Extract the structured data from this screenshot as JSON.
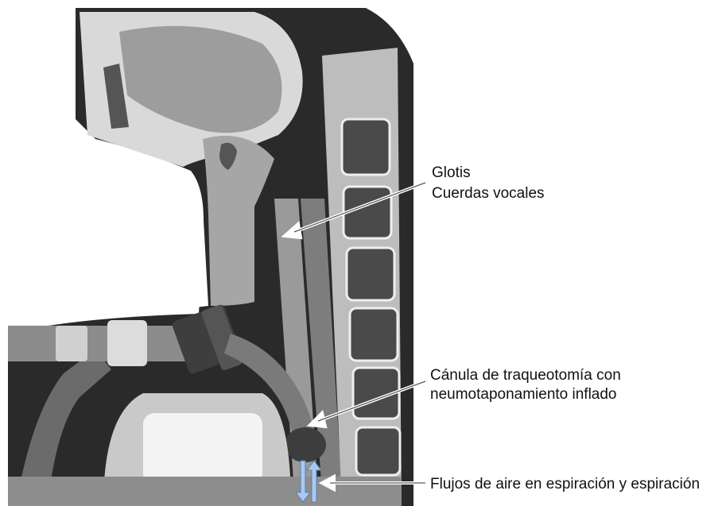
{
  "labels": {
    "glotis": "Glotis",
    "cuerdas_vocales": "Cuerdas vocales",
    "canula_line1": "Cánula de traqueotomía con",
    "canula_line2": "neumotaponamiento inflado",
    "flujos": "Flujos de aire en espiración y espiración"
  },
  "colors": {
    "tissue": "#9a9a9a",
    "dark_tissue": "#555555",
    "vertebra": "#4a4a4a",
    "background": "#ffffff",
    "airflow_arrow": "#a9c8ee"
  }
}
